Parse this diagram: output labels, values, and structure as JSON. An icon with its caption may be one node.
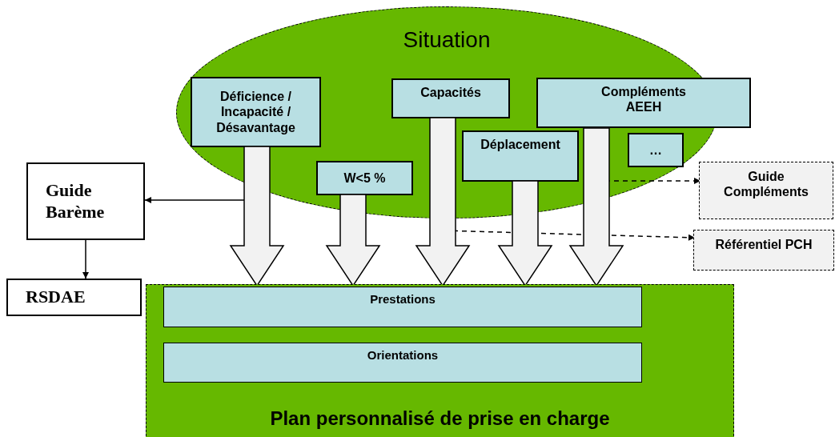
{
  "diagram": {
    "nodes": [
      {
        "text": [
          "Situation"
        ]
      },
      {
        "text": [
          "Déficience / Incapacité / Désavantage"
        ],
        "in": 0
      },
      {
        "text": [
          "Capacités"
        ],
        "in": 0
      },
      {
        "text": [
          "Compléments AEEH"
        ]
      },
      {
        "text": [
          "Déplacement"
        ],
        "in": 0
      },
      {
        "text": [
          "…"
        ],
        "in": 0
      },
      {
        "text": [
          "W<5 %"
        ],
        "in": 0
      },
      {
        "text": [
          "Guide Barème"
        ]
      },
      {
        "text": [
          "RSDAE"
        ]
      },
      {
        "text": [
          "Guide Compléments"
        ]
      },
      {
        "text": [
          "Référentiel PCH"
        ]
      },
      {
        "text": [
          "Plan personnalisé de prise en charge"
        ]
      },
      {
        "text": [
          "Prestations"
        ],
        "in": 11
      },
      {
        "text": [
          "Orientations"
        ],
        "in": 11
      }
    ],
    "edges": [
      {
        "from": 1,
        "to": 12,
        "arrow": "to",
        "style": "thick"
      },
      {
        "from": 6,
        "to": 12,
        "arrow": "to",
        "style": "thick"
      },
      {
        "from": 2,
        "to": 12,
        "arrow": "to",
        "style": "thick"
      },
      {
        "from": 4,
        "to": 12,
        "arrow": "to",
        "style": "thick"
      },
      {
        "from": 3,
        "to": 12,
        "arrow": "to",
        "style": "thick"
      },
      {
        "from": 1,
        "to": 7,
        "arrow": "to"
      },
      {
        "from": 7,
        "to": 8,
        "arrow": "to"
      },
      {
        "from": 3,
        "to": 9,
        "arrow": "to",
        "style": "dashed"
      },
      {
        "from": 2,
        "to": 10,
        "arrow": "to",
        "style": "dashed"
      }
    ]
  }
}
